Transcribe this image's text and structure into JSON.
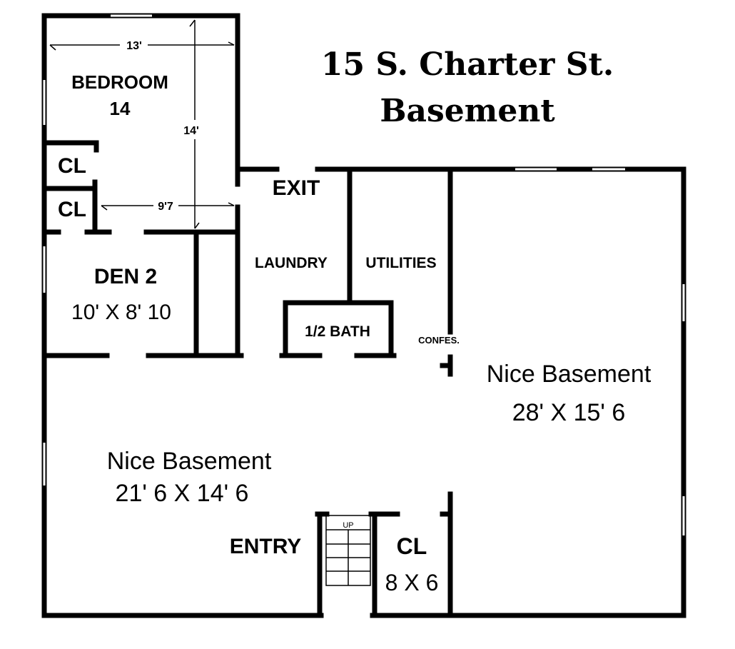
{
  "title": {
    "line1": "15 S. Charter St.",
    "line2": "Basement"
  },
  "rooms": {
    "bedroom": {
      "name": "BEDROOM",
      "number": "14",
      "width_dim": "13'",
      "length_dim": "14'",
      "inner_dim": "9'7"
    },
    "closet1": "CL",
    "closet2": "CL",
    "den": {
      "name": "DEN 2",
      "size": "10' X 8' 10"
    },
    "exit": "EXIT",
    "laundry": "LAUNDRY",
    "utilities": "UTILITIES",
    "half_bath": "1/2 BATH",
    "confes": "CONFES.",
    "basement_right": {
      "name": "Nice Basement",
      "size": "28' X 15' 6"
    },
    "basement_left": {
      "name": "Nice Basement",
      "size": "21' 6 X 14' 6"
    },
    "entry": "ENTRY",
    "stairs": "UP",
    "closet3": {
      "name": "CL",
      "size": "8 X 6"
    }
  }
}
